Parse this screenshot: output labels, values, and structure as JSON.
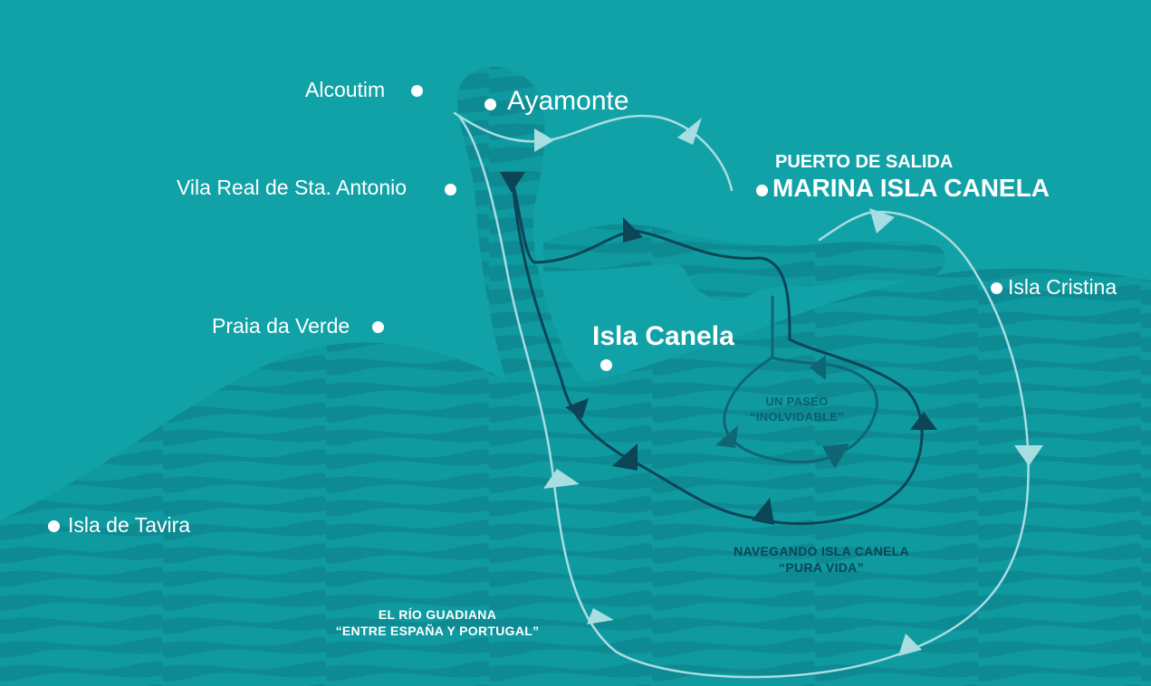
{
  "colors": {
    "sea": "#11a2a7",
    "sea_light": "#1aa9ad",
    "wave_dark": "#0d8a92",
    "land_dark": "#0e868f",
    "route_light": "#a8dde2",
    "route_dark": "#0b4556",
    "route_mid": "#0f6674",
    "label_white": "#ffffff",
    "label_dark": "#0b4556"
  },
  "places": {
    "alcoutim": "Alcoutim",
    "ayamonte": "Ayamonte",
    "vila_real": "Vila Real de Sta. Antonio",
    "praia_verde": "Praia da Verde",
    "isla_tavira": "Isla de Tavira",
    "isla_canela": "Isla Canela",
    "isla_cristina": "Isla Cristina"
  },
  "departure": {
    "heading": "PUERTO DE SALIDA",
    "marina": "MARINA ISLA CANELA"
  },
  "routes": {
    "guadiana": {
      "line1": "EL RÍO GUADIANA",
      "line2": "“ENTRE ESPAÑA Y PORTUGAL”"
    },
    "pura_vida": {
      "line1": "NAVEGANDO ISLA CANELA",
      "line2": "“PURA VIDA”"
    },
    "paseo": {
      "line1": "UN PASEO",
      "line2": "“INOLVIDABLE”"
    }
  }
}
